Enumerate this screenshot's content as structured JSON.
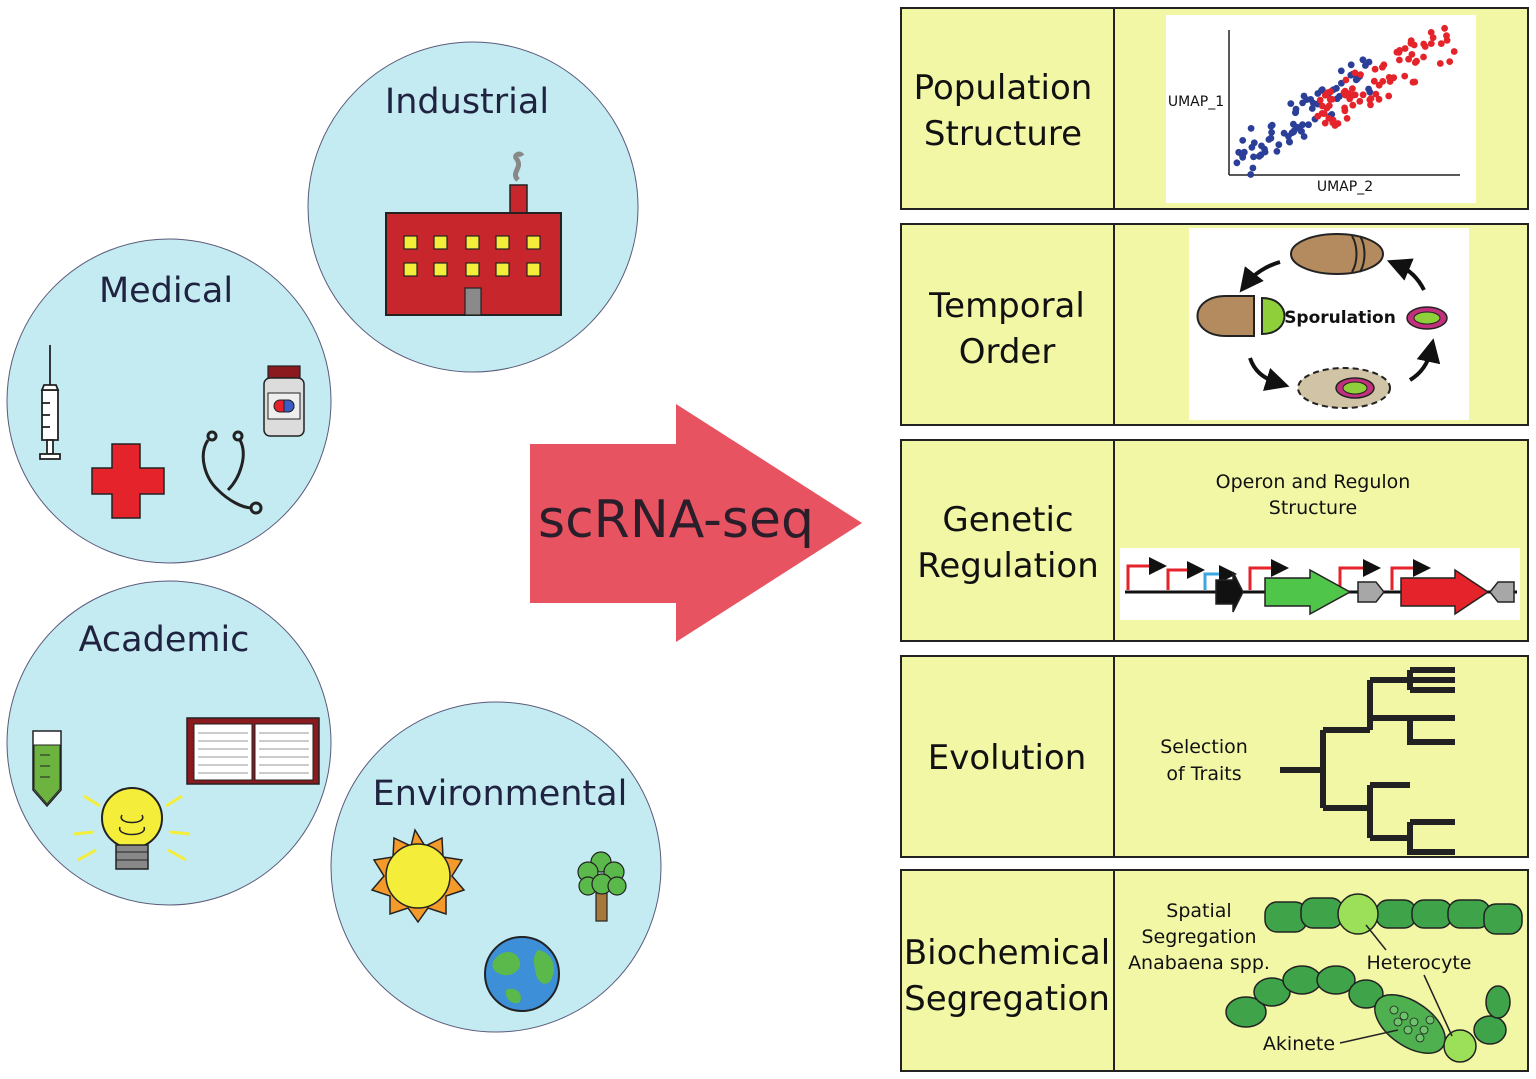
{
  "colors": {
    "circle_fill": "#c4ebf2",
    "panel_fill": "#f2f7a6",
    "arrow_fill": "#e85361",
    "red_dot": "#e4232b",
    "blue_dot": "#2b3f98",
    "green": "#4cb84a",
    "light_green": "#8fd03a"
  },
  "circles": {
    "industrial": "Industrial",
    "medical": "Medical",
    "academic": "Academic",
    "environmental": "Environmental"
  },
  "arrow_label": "scRNA-seq",
  "rows": [
    {
      "title_lines": [
        "Population",
        "Structure"
      ]
    },
    {
      "title_lines": [
        "Temporal",
        "Order"
      ]
    },
    {
      "title_lines": [
        "Genetic",
        "Regulation"
      ]
    },
    {
      "title_lines": [
        "Evolution"
      ]
    },
    {
      "title_lines": [
        "Biochemical",
        "Segregation"
      ]
    }
  ],
  "umap": {
    "y_label": "UMAP_1",
    "x_label": "UMAP_2"
  },
  "sporulation": {
    "label": "Sporulation"
  },
  "operon": {
    "title_lines": [
      "Operon and Regulon",
      "Structure"
    ]
  },
  "evolution": {
    "label_lines": [
      "Selection",
      "of Traits"
    ]
  },
  "segregation": {
    "label_lines": [
      "Spatial",
      "Segregation",
      "Anabaena spp."
    ],
    "heterocyte": "Heterocyte",
    "akinete": "Akinete"
  }
}
